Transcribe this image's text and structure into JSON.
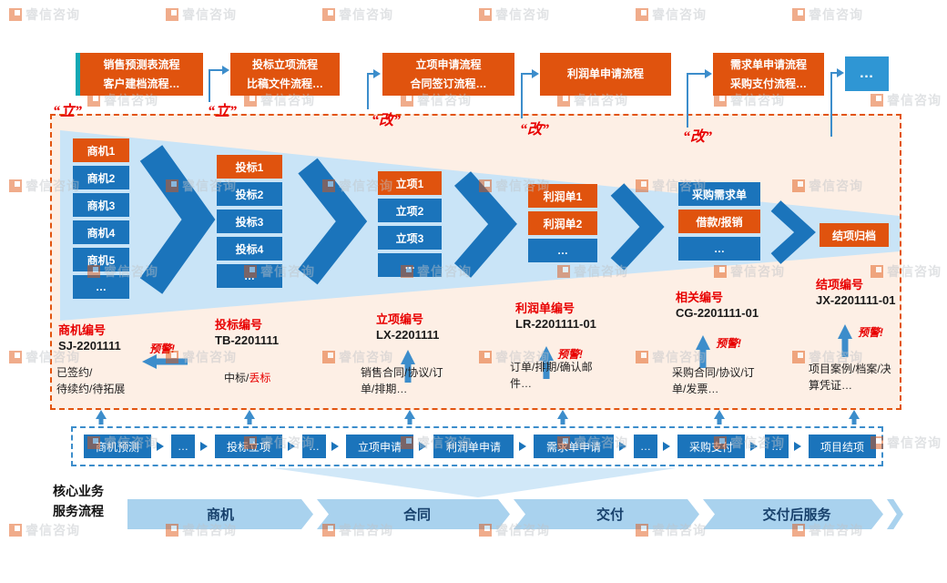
{
  "watermark": {
    "text": "睿信咨询"
  },
  "colors": {
    "orange": "#e0530e",
    "blue": "#1b74bb",
    "mid_blue": "#2f96d4",
    "light_blue": "#c9e4f7",
    "panel_bg": "#fdefe5",
    "panel_border": "#e2540f",
    "red": "#e80000",
    "teal": "#14a8b4",
    "arrow": "#3c8dcb",
    "bar_bg": "#a9d2ee",
    "bar_text": "#17406b"
  },
  "top_processes": [
    {
      "line1": "销售预测表流程",
      "line2": "客户建档流程…"
    },
    {
      "line1": "投标立项流程",
      "line2": "比稿文件流程…"
    },
    {
      "line1": "立项申请流程",
      "line2": "合同签订流程…"
    },
    {
      "line1": "利润单申请流程",
      "line2": ""
    },
    {
      "line1": "需求单申请流程",
      "line2": "采购支付流程…"
    },
    {
      "line1": "…",
      "line2": ""
    }
  ],
  "stage_tags": [
    "“立”",
    "“立”",
    "“改”",
    "“改”",
    "“改”"
  ],
  "funnel": {
    "columns": [
      {
        "title": "商机编号",
        "code": "SJ-2201111",
        "warning": "预警!",
        "docs": "已签约/\n待续约/待拓展",
        "items": [
          {
            "label": "商机1",
            "type": "orange"
          },
          {
            "label": "商机2",
            "type": "blue"
          },
          {
            "label": "商机3",
            "type": "blue"
          },
          {
            "label": "商机4",
            "type": "blue"
          },
          {
            "label": "商机5",
            "type": "blue"
          },
          {
            "label": "…",
            "type": "blue"
          }
        ]
      },
      {
        "title": "投标编号",
        "code": "TB-2201111",
        "docs_plain": "中标/",
        "docs_red": "丢标",
        "items": [
          {
            "label": "投标1",
            "type": "orange"
          },
          {
            "label": "投标2",
            "type": "blue"
          },
          {
            "label": "投标3",
            "type": "blue"
          },
          {
            "label": "投标4",
            "type": "blue"
          },
          {
            "label": "…",
            "type": "blue"
          }
        ]
      },
      {
        "title": "立项编号",
        "code": "LX-2201111",
        "docs": "销售合同/协议/订\n单/排期…",
        "items": [
          {
            "label": "立项1",
            "type": "orange"
          },
          {
            "label": "立项2",
            "type": "blue"
          },
          {
            "label": "立项3",
            "type": "blue"
          },
          {
            "label": "…",
            "type": "blue"
          }
        ]
      },
      {
        "title": "利润单编号",
        "code": "LR-2201111-01",
        "warning": "预警!",
        "docs": "订单/排期/确认邮\n件…",
        "items": [
          {
            "label": "利润单1",
            "type": "orange"
          },
          {
            "label": "利润单2",
            "type": "orange"
          },
          {
            "label": "…",
            "type": "blue"
          }
        ]
      },
      {
        "title": "相关编号",
        "code": "CG-2201111-01",
        "warning": "预警!",
        "docs": "采购合同/协议/订\n单/发票…",
        "items": [
          {
            "label": "采购需求单",
            "type": "blue"
          },
          {
            "label": "借款/报销",
            "type": "orange"
          },
          {
            "label": "…",
            "type": "blue"
          }
        ]
      },
      {
        "title": "结项编号",
        "code": "JX-2201111-01",
        "warning": "预警!",
        "docs": "项目案例/档案/决\n算凭证…",
        "items": [
          {
            "label": "结项归档",
            "type": "orange"
          }
        ]
      }
    ]
  },
  "bottom_flow": {
    "steps": [
      "商机预测",
      "…",
      "投标立项",
      "…",
      "立项申请",
      "利润单申请",
      "需求单申请",
      "…",
      "采购支付",
      "…",
      "项目结项"
    ]
  },
  "service_flow": {
    "caption_line1": "核心业务",
    "caption_line2": "服务流程",
    "segments": [
      "商机",
      "合同",
      "交付",
      "交付后服务"
    ]
  }
}
